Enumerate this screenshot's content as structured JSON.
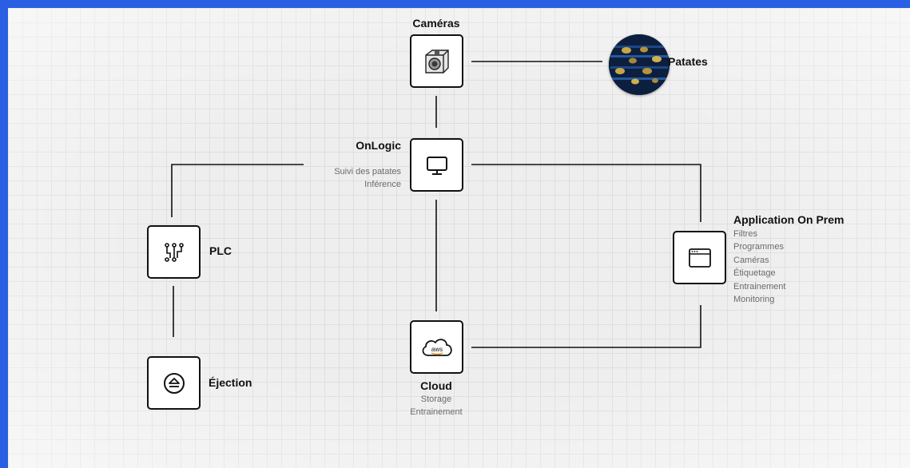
{
  "colors": {
    "frame": "#2a5fe3",
    "background": "#eeeeee",
    "stroke": "#111111",
    "secondary_text": "#6b6b6b"
  },
  "nodes": {
    "cameras": {
      "title": "Caméras",
      "icon": "camera-icon"
    },
    "patates": {
      "title": "Patates",
      "icon": "potato-image"
    },
    "onlogic": {
      "title": "OnLogic",
      "icon": "monitor-icon",
      "details": [
        "Suivi des patates",
        "Inférence"
      ]
    },
    "plc": {
      "title": "PLC",
      "icon": "circuit-icon"
    },
    "ejection": {
      "title": "Éjection",
      "icon": "eject-icon"
    },
    "cloud": {
      "title": "Cloud",
      "icon": "aws-cloud-icon",
      "badge": "aws",
      "details": [
        "Storage",
        "Entrainement"
      ]
    },
    "app": {
      "title": "Application On Prem",
      "icon": "browser-window-icon",
      "details": [
        "Filtres",
        "Programmes",
        "Caméras",
        "Étiquetage",
        "Entrainement",
        "Monitoring"
      ]
    }
  }
}
